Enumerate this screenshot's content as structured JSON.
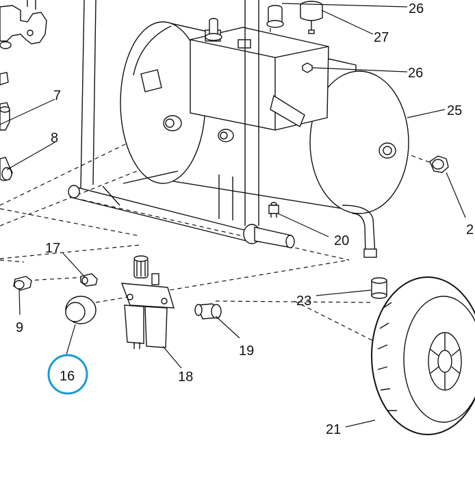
{
  "diagram": {
    "highlight_color": "#1a9ad6",
    "line_color": "#111111",
    "highlighted_label": "16",
    "callouts": [
      {
        "id": "c2",
        "label": "2"
      },
      {
        "id": "c7",
        "label": "7"
      },
      {
        "id": "c8",
        "label": "8"
      },
      {
        "id": "c9",
        "label": "9"
      },
      {
        "id": "c16",
        "label": "16"
      },
      {
        "id": "c17",
        "label": "17"
      },
      {
        "id": "c18",
        "label": "18"
      },
      {
        "id": "c19",
        "label": "19"
      },
      {
        "id": "c20",
        "label": "20"
      },
      {
        "id": "c21",
        "label": "21"
      },
      {
        "id": "c23",
        "label": "23"
      },
      {
        "id": "c25",
        "label": "25"
      },
      {
        "id": "c26a",
        "label": "26"
      },
      {
        "id": "c26b",
        "label": "26"
      },
      {
        "id": "c27",
        "label": "27"
      }
    ]
  }
}
